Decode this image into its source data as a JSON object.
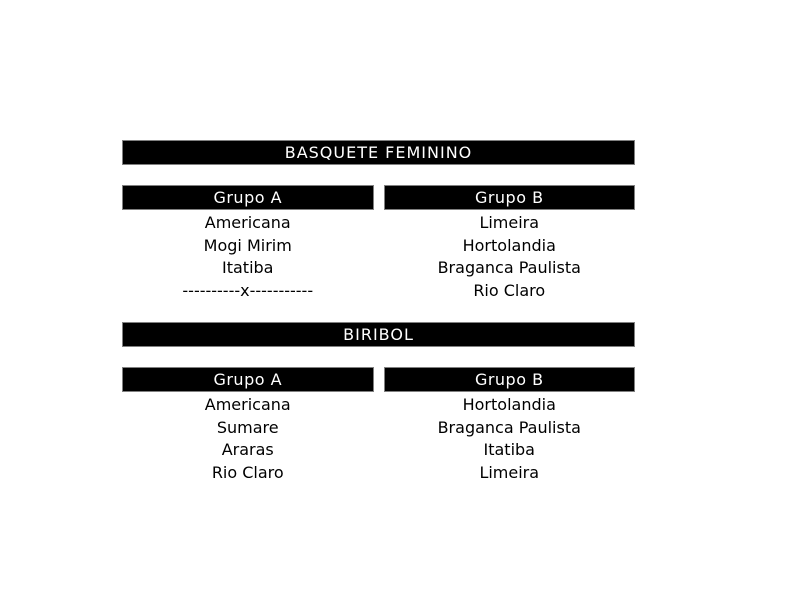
{
  "page": {
    "background_color": "#ffffff",
    "bar_background_color": "#000000",
    "bar_text_color": "#ffffff",
    "body_text_color": "#000000"
  },
  "sections": [
    {
      "title": "BASQUETE FEMININO",
      "groups": [
        {
          "name": "Grupo A",
          "teams": [
            "Americana",
            "Mogi Mirim",
            "Itatiba",
            "----------x-----------"
          ]
        },
        {
          "name": "Grupo B",
          "teams": [
            "Limeira",
            "Hortolandia",
            "Braganca Paulista",
            "Rio Claro"
          ]
        }
      ]
    },
    {
      "title": "BIRIBOL",
      "groups": [
        {
          "name": "Grupo A",
          "teams": [
            "Americana",
            "Sumare",
            "Araras",
            "Rio Claro"
          ]
        },
        {
          "name": "Grupo B",
          "teams": [
            "Hortolandia",
            "Braganca Paulista",
            "Itatiba",
            "Limeira"
          ]
        }
      ]
    }
  ]
}
